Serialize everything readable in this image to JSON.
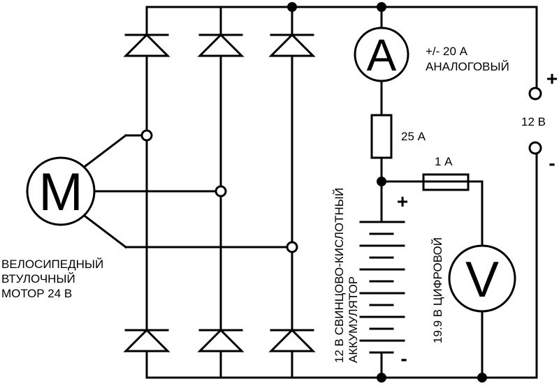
{
  "motor": {
    "symbol": "M",
    "label_lines": [
      "ВЕЛОСИПЕДНЫЙ",
      "ВТУЛОЧНЫЙ",
      "МОТОР 24 В"
    ]
  },
  "ammeter": {
    "symbol": "A",
    "label_lines": [
      "+/- 20 А",
      "АНАЛОГОВЫЙ"
    ]
  },
  "fuse_main": {
    "label": "25 А"
  },
  "fuse_small": {
    "label": "1 А"
  },
  "battery": {
    "label_lines": [
      "12 В СВИНЦОВО-КИСЛОТНЫЙ",
      "АККУМУЛЯТОР"
    ],
    "plus": "+",
    "minus": "-"
  },
  "voltmeter": {
    "symbol": "V",
    "label": "19.9 В ЦИФРОВОЙ"
  },
  "output": {
    "plus": "+",
    "minus": "-",
    "voltage": "12 В"
  }
}
